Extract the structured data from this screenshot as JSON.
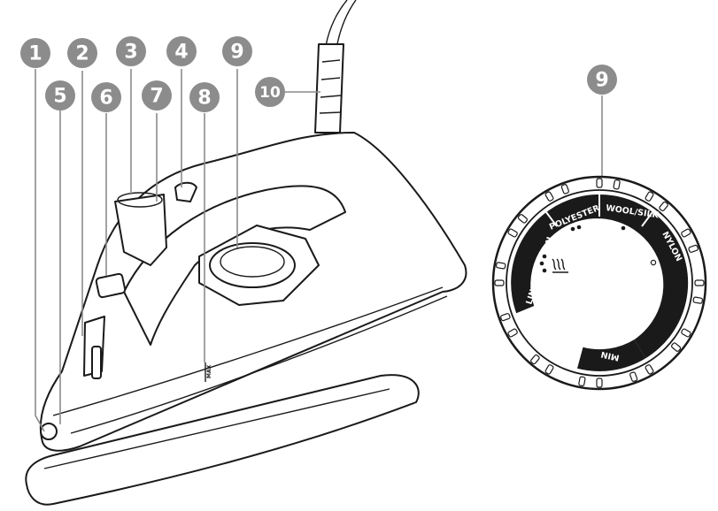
{
  "callouts": [
    {
      "id": "1",
      "label": "1"
    },
    {
      "id": "2",
      "label": "2"
    },
    {
      "id": "3",
      "label": "3"
    },
    {
      "id": "4",
      "label": "4"
    },
    {
      "id": "5",
      "label": "5"
    },
    {
      "id": "6",
      "label": "6"
    },
    {
      "id": "7",
      "label": "7"
    },
    {
      "id": "8",
      "label": "8"
    },
    {
      "id": "9",
      "label": "9"
    },
    {
      "id": "10",
      "label": "10"
    },
    {
      "id": "9b",
      "label": "9"
    }
  ],
  "iron": {
    "max_label": "MAX"
  },
  "dial": {
    "settings": [
      "LINEN/COTTON",
      "POLYESTER",
      "WOOL/SILK",
      "NYLON",
      "MIN"
    ]
  },
  "colors": {
    "callout_fill": "#8c8c8c",
    "line": "#1a1a1a",
    "dial_band": "#1a1a1a"
  }
}
